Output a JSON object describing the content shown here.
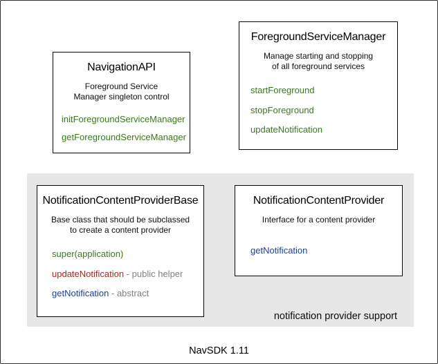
{
  "diagram": {
    "caption": "NavSDK 1.11",
    "group_label": "notification provider support"
  },
  "colors": {
    "green": "#3e7620",
    "red": "#9d2b23",
    "blue": "#1f3e99",
    "muted": "#808080",
    "group_bg": "#e7e7e7",
    "box_border": "#000000"
  },
  "boxes": [
    {
      "name": "NavigationAPI",
      "description": [
        "Foreground Service",
        "Manager singleton control"
      ],
      "methods": [
        {
          "name": "initForegroundServiceManager",
          "color": "green",
          "suffix": ""
        },
        {
          "name": "getForegroundServiceManager",
          "color": "green",
          "suffix": ""
        }
      ]
    },
    {
      "name": "ForegroundServiceManager",
      "description": [
        "Manage starting and stopping",
        "of all foreground services"
      ],
      "methods": [
        {
          "name": "startForeground",
          "color": "green",
          "suffix": ""
        },
        {
          "name": "stopForeground",
          "color": "green",
          "suffix": ""
        },
        {
          "name": "updateNotification",
          "color": "green",
          "suffix": ""
        }
      ]
    },
    {
      "name": "NotificationContentProviderBase",
      "description": [
        "Base class that should be subclassed",
        "to create a content provider"
      ],
      "methods": [
        {
          "name": "super(application)",
          "color": "green",
          "suffix": ""
        },
        {
          "name": "updateNotification",
          "color": "red",
          "suffix": "- public helper"
        },
        {
          "name": "getNotification",
          "color": "blue",
          "suffix": "- abstract"
        }
      ]
    },
    {
      "name": "NotificationContentProvider",
      "description": [
        "Interface for a content provider"
      ],
      "methods": [
        {
          "name": "getNotification",
          "color": "blue",
          "suffix": ""
        }
      ]
    }
  ]
}
